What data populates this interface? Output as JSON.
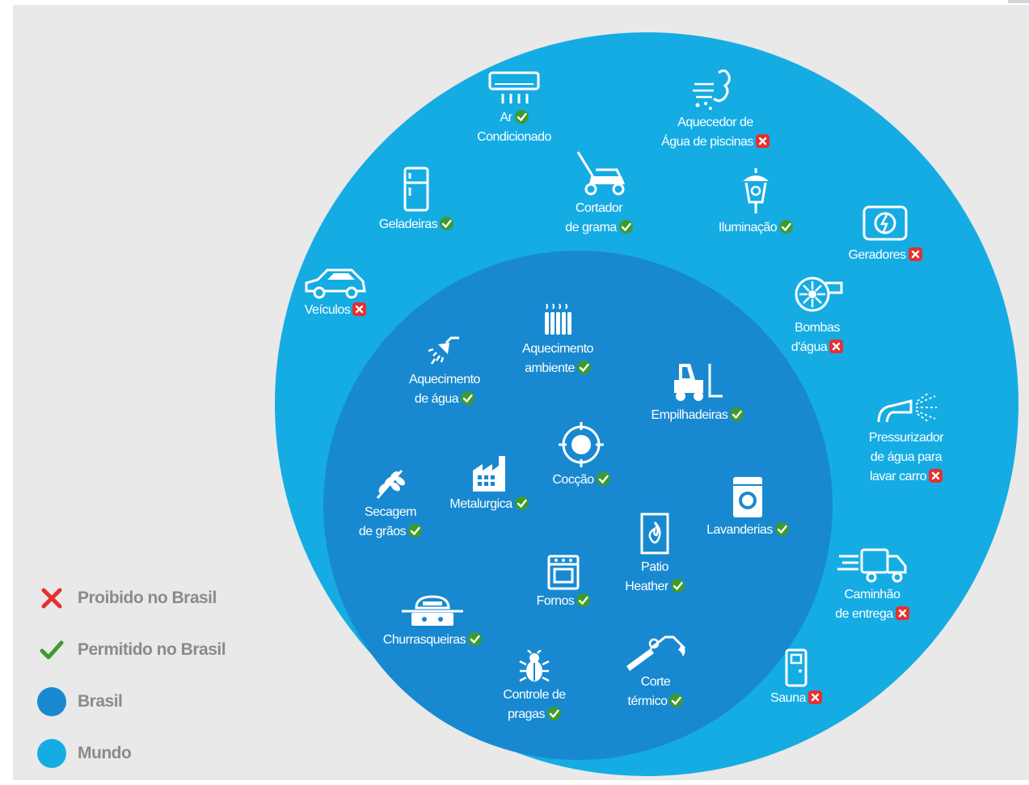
{
  "colors": {
    "mundo": "#15ace4",
    "brasil": "#1889d0",
    "permitido": "#3f9a2f",
    "proibido": "#e4312f",
    "background": "#e9e9e9"
  },
  "legend": {
    "proibido_label": "Proibido no Brasil",
    "permitido_label": "Permitido no Brasil",
    "brasil_label": "Brasil",
    "mundo_label": "Mundo"
  },
  "items": {
    "ar_condicionado": {
      "line1": "Ar",
      "line2": "Condicionado",
      "status": "permitido",
      "icon": "air-conditioner-icon"
    },
    "aquecedor_piscinas": {
      "line1": "Aquecedor de",
      "line2": "Água de piscinas",
      "status": "proibido",
      "icon": "pool-heater-icon"
    },
    "geladeiras": {
      "line1": "Geladeiras",
      "status": "permitido",
      "icon": "refrigerator-icon"
    },
    "cortador_grama": {
      "line1": "Cortador",
      "line2": "de grama",
      "status": "permitido",
      "icon": "lawn-mower-icon"
    },
    "iluminacao": {
      "line1": "Iluminação",
      "status": "permitido",
      "icon": "lamp-icon"
    },
    "geradores": {
      "line1": "Geradores",
      "status": "proibido",
      "icon": "generator-icon"
    },
    "veiculos": {
      "line1": "Veículos",
      "status": "proibido",
      "icon": "car-icon"
    },
    "bombas_agua": {
      "line1": "Bombas",
      "line2": "d'água",
      "status": "proibido",
      "icon": "water-pump-icon"
    },
    "pressurizador": {
      "line1": "Pressurizador",
      "line2": "de água para",
      "line3": "lavar carro",
      "status": "proibido",
      "icon": "pressure-washer-icon"
    },
    "caminhao": {
      "line1": "Caminhão",
      "line2": "de entrega",
      "status": "proibido",
      "icon": "delivery-truck-icon"
    },
    "sauna": {
      "line1": "Sauna",
      "status": "proibido",
      "icon": "sauna-icon"
    },
    "aquecimento_ambiente": {
      "line1": "Aquecimento",
      "line2": "ambiente",
      "status": "permitido",
      "icon": "radiator-icon"
    },
    "aquecimento_agua": {
      "line1": "Aquecimento",
      "line2": "de água",
      "status": "permitido",
      "icon": "shower-icon"
    },
    "empilhadeiras": {
      "line1": "Empilhadeiras",
      "status": "permitido",
      "icon": "forklift-icon"
    },
    "coccao": {
      "line1": "Cocção",
      "status": "permitido",
      "icon": "burner-icon"
    },
    "metalurgica": {
      "line1": "Metalurgica",
      "status": "permitido",
      "icon": "factory-icon"
    },
    "secagem_graos": {
      "line1": "Secagem",
      "line2": "de grãos",
      "status": "permitido",
      "icon": "grain-icon"
    },
    "lavanderias": {
      "line1": "Lavanderias",
      "status": "permitido",
      "icon": "washing-machine-icon"
    },
    "patio_heather": {
      "line1": "Patio",
      "line2": "Heather",
      "status": "permitido",
      "icon": "patio-heater-icon"
    },
    "fornos": {
      "line1": "Fornos",
      "status": "permitido",
      "icon": "oven-icon"
    },
    "churrasqueiras": {
      "line1": "Churrasqueiras",
      "status": "permitido",
      "icon": "grill-icon"
    },
    "controle_pragas": {
      "line1": "Controle de",
      "line2": "pragas",
      "status": "permitido",
      "icon": "bug-icon"
    },
    "corte_termico": {
      "line1": "Corte",
      "line2": "térmico",
      "status": "permitido",
      "icon": "torch-icon"
    }
  }
}
